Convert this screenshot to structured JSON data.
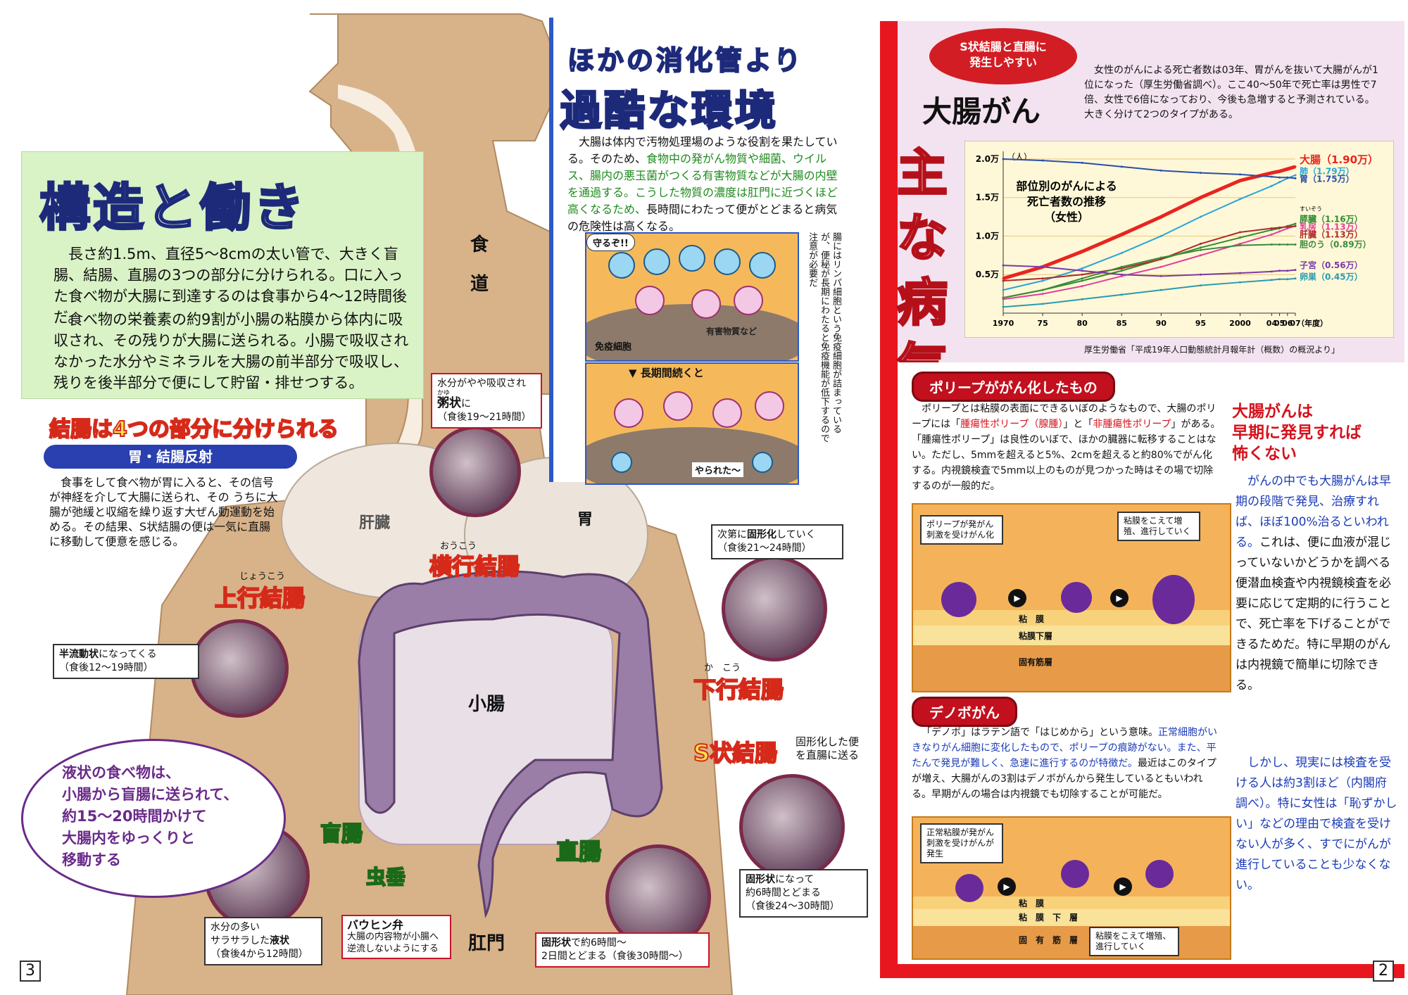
{
  "left": {
    "page_number": "3",
    "esophagus_label": [
      "食",
      "道"
    ],
    "liver_label": "肝臓",
    "stomach_label": "胃",
    "small_intestine_label": "小腸",
    "anus_label": "肛門",
    "structure": {
      "title": "構造と働き",
      "paragraphs": [
        "長さ約1.5m、直径5～8cmの太い管で、大きく盲腸、結腸、直腸の3つの部分に分けられる。口に入った食べ物が大腸に到達するのは食事から4～12時間後だ。",
        "食べ物の栄養素の約9割が小腸の粘膜から体内に吸収され、その残りが大腸に送られる。小腸で吸収されなかった水分やミネラルを大腸の前半部分で吸収し、残りを後半部分で便にして貯留・排せつする。"
      ]
    },
    "harsh": {
      "subtitle": "ほかの消化管より",
      "title": "過酷な環境",
      "text_plain_1": "大腸は体内で汚物処理場のような役割を果たしている。そのため、",
      "text_green": "食物中の発がん物質や細菌、ウイルス、腸内の悪玉菌がつくる有害物質などが大腸の内壁を通過する。こうした物質の濃度は肛門に近づくほど高くなるため、",
      "text_plain_2": "長時間にわたって便がとどまると病気の危険性は高くなる。",
      "vertical_text": "腸にはリンパ細胞という免疫細胞が詰まっているが、便秘が長期にわたると免疫機能が低下するので注意が必要だ",
      "protect_bubble": "守るぞ!!",
      "immune_label": "免疫細胞",
      "harmful_label": "有害物質など",
      "long_label": "長期間続くと",
      "beaten_label": "やられた～"
    },
    "colon_parts": {
      "title": "結腸は4つの部分に分けられる",
      "reflex_title": "胃・結腸反射",
      "reflex_text": "食事をして食べ物が胃に入ると、その信号が神経を介して大腸に送られ、その うちに大腸が弛緩と収縮を繰り返す大ぜん動運動を始める。その結果、S状結腸の便は一気に直腸に移動して便意を感じる。"
    },
    "organs": {
      "transverse": {
        "label": "横行結腸",
        "ruby": "おうこう"
      },
      "ascending": {
        "label": "上行結腸",
        "ruby": "じょうこう"
      },
      "descending": {
        "label": "下行結腸",
        "ruby": "か　こう"
      },
      "sigmoid": {
        "label": "S状結腸",
        "note": "固形化した便を直腸に送る"
      },
      "cecum": {
        "label": "盲腸"
      },
      "appendix": {
        "label": "虫垂"
      },
      "rectum": {
        "label": "直腸"
      }
    },
    "stool_states": {
      "porridge": {
        "line1": "水分がやや吸収され",
        "ruby": "かゆ",
        "main": "粥状",
        "suffix": "に",
        "time": "（食後19～21時間）"
      },
      "solidifying": {
        "line1": "次第に",
        "main": "固形化",
        "suffix": "していく",
        "time": "（食後21～24時間）"
      },
      "semi_fluid": {
        "main": "半流動状",
        "suffix": "になってくる",
        "time": "（食後12～19時間）"
      },
      "solid": {
        "main": "固形状",
        "suffix": "になって",
        "line2": "約6時間とどまる",
        "time": "（食後24～30時間）"
      },
      "liquid": {
        "line1": "水分の多い",
        "line2a": "サラサラした",
        "main": "液状",
        "time": "（食後4から12時間）"
      },
      "rectum_stay": {
        "main": "固形状",
        "text": "で約6時間～",
        "line2": "2日間とどまる（食後30時間～）"
      }
    },
    "oval_text": [
      "液状の食べ物は、",
      "小腸から盲腸に送られて、",
      "約15～20時間かけて",
      "大腸内をゆっくりと",
      "移動する"
    ],
    "bauhin": {
      "title": "バウヒン弁",
      "text": "大腸の内容物が小腸へ逆流しないようにする"
    }
  },
  "right": {
    "page_number": "2",
    "side_title": [
      "主",
      "な",
      "病",
      "気"
    ],
    "badge": [
      "S状結腸と直腸に",
      "発生しやすい"
    ],
    "cancer_title": "大腸がん",
    "intro": "女性のがんによる死亡者数は03年、胃がんを抜いて大腸がんが1位になった（厚生労働省調べ）。ここ40～50年で死亡率は男性で7倍、女性で6倍になっており、今後も急増すると予測されている。大きく分けて2つのタイプがある。",
    "source": "厚生労働省「平成19年人口動態統計月報年計（概数）の概況より」",
    "polyp": {
      "title": "ポリープががん化したもの",
      "text_a": "ポリープとは粘膜の表面にできるいぼのようなもので、大腸のポリープには「",
      "tumor": "腫瘍性ポリープ（腺腫）",
      "text_b": "」と「",
      "nontumor": "非腫瘍性ポリープ",
      "text_c": "」がある。「腫瘍性ポリープ」は良性のいぼで、ほかの臓器に転移することはない。ただし、5mmを超えると5%、2cmを超えると約80%でがん化する。内視鏡検査で5mm以上のものが見つかった時はその場で切除するのが一般的だ。",
      "bubble1": "ポリープが発がん刺激を受けがん化",
      "bubble2": "粘膜をこえて増殖、進行していく",
      "layers": [
        "粘　膜",
        "粘膜下層",
        "固有筋層"
      ]
    },
    "denovo": {
      "title": "デノボがん",
      "text_a": "「デノボ」はラテン語で「はじめから」という意味。",
      "text_blue": "正常細胞がいきなりがん細胞に変化したもので、ポリープの痕跡がない。また、平たんで発見が難しく、急速に進行するのが特徴だ。",
      "text_b": "最近はこのタイプが増え、大腸がんの3割はデノボがんから発生しているともいわれる。早期がんの場合は内視鏡でも切除することが可能だ。",
      "bubble1": "正常粘膜が発がん刺激を受けがんが発生",
      "bubble2": "粘膜をこえて増殖、進行していく",
      "layers": [
        "粘　膜",
        "粘　膜　下　層",
        "固　有　筋　層"
      ]
    },
    "early": {
      "title": [
        "大腸がんは",
        "早期に発見すれば",
        "怖くない"
      ],
      "para1": "がんの中でも大腸がんは早期の段階で発見、治療すれば、ほぼ100%治るといわれる。",
      "para1b": "これは、便に血液が混じっていないかどうかを調べる便潜血検査や内視鏡検査を必要に応じて定期的に行うことで、死亡率を下げることができるためだ。特に早期のがんは内視鏡で簡単に切除できる。",
      "para2a": "しかし、現実には検査を受ける人は約3割ほど（内閣府調べ）。特に女性は「恥ずかしい」などの理由で検査を受けない人が多く、",
      "para2b": "すでにがんが進行していることも少なくない。"
    }
  },
  "chart_data": {
    "type": "line",
    "title": [
      "部位別のがんによる",
      "死亡者数の推移",
      "（女性）"
    ],
    "ylabel": "（人）",
    "xlabel": "（年度）",
    "x": [
      "1970",
      "75",
      "80",
      "85",
      "90",
      "95",
      "2000",
      "04",
      "05",
      "06",
      "07"
    ],
    "x_numeric": [
      1970,
      1975,
      1980,
      1985,
      1990,
      1995,
      2000,
      2004,
      2005,
      2006,
      2007
    ],
    "y_ticks": [
      "0.5万",
      "1.0万",
      "1.5万",
      "2.0万"
    ],
    "ylim": [
      0,
      2.1
    ],
    "grid": true,
    "legend_placement": "right end labels",
    "series": [
      {
        "name": "大腸（1.90万）",
        "color": "#e8251f",
        "values": [
          0.45,
          0.6,
          0.8,
          1.02,
          1.25,
          1.5,
          1.72,
          1.82,
          1.84,
          1.87,
          1.9
        ]
      },
      {
        "name": "肺（1.79万）",
        "color": "#2aa5d6",
        "values": [
          0.3,
          0.42,
          0.58,
          0.78,
          1.0,
          1.25,
          1.48,
          1.65,
          1.7,
          1.75,
          1.79
        ]
      },
      {
        "name": "胃（1.75万）",
        "color": "#2b4fa8",
        "values": [
          2.0,
          1.98,
          1.95,
          1.9,
          1.85,
          1.82,
          1.8,
          1.77,
          1.76,
          1.76,
          1.75
        ]
      },
      {
        "name": "膵臓（1.16万）",
        "color": "#2f8c2f",
        "values": [
          0.2,
          0.3,
          0.42,
          0.55,
          0.7,
          0.85,
          0.98,
          1.08,
          1.1,
          1.13,
          1.16
        ]
      },
      {
        "name": "乳房（1.13万）",
        "color": "#e0409a",
        "values": [
          0.18,
          0.25,
          0.35,
          0.48,
          0.6,
          0.75,
          0.9,
          1.02,
          1.06,
          1.1,
          1.13
        ]
      },
      {
        "name": "肝臓（1.13万）",
        "color": "#b02a2a",
        "values": [
          0.42,
          0.45,
          0.5,
          0.58,
          0.7,
          0.9,
          1.05,
          1.1,
          1.11,
          1.12,
          1.13
        ]
      },
      {
        "name": "胆のう（0.89万）",
        "color": "#3a8a3a",
        "values": [
          0.2,
          0.3,
          0.45,
          0.6,
          0.72,
          0.82,
          0.88,
          0.89,
          0.89,
          0.89,
          0.89
        ]
      },
      {
        "name": "子宮（0.56万）",
        "color": "#7a3aa8",
        "values": [
          0.62,
          0.6,
          0.55,
          0.5,
          0.48,
          0.5,
          0.52,
          0.54,
          0.55,
          0.55,
          0.56
        ]
      },
      {
        "name": "卵巣（0.45万）",
        "color": "#2a9ab0",
        "values": [
          0.08,
          0.12,
          0.18,
          0.24,
          0.3,
          0.36,
          0.4,
          0.43,
          0.44,
          0.44,
          0.45
        ]
      }
    ],
    "sub_ruby": "すいぞう"
  }
}
